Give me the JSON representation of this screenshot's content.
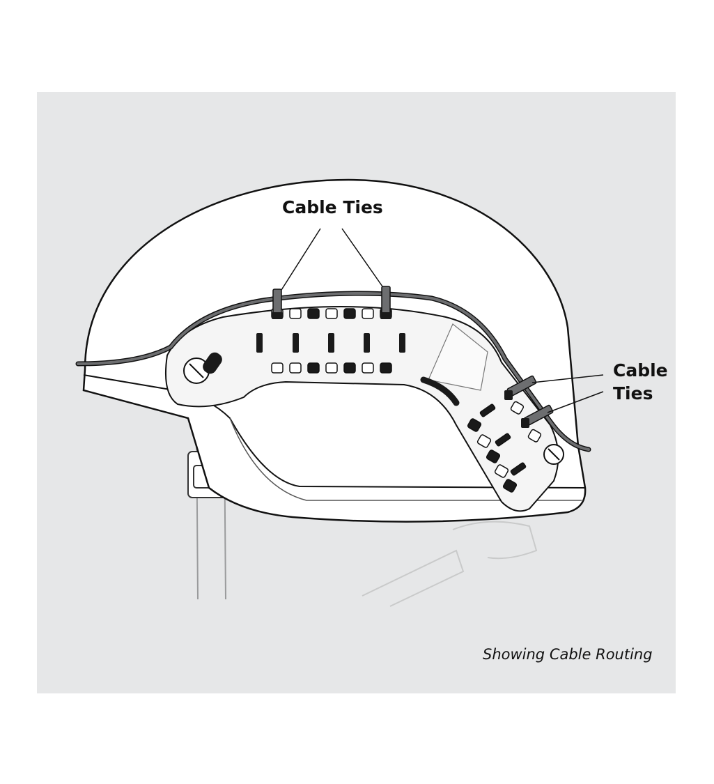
{
  "labels": {
    "top_cable_ties": "Cable Ties",
    "right_cable_ties_line1": "Cable",
    "right_cable_ties_line2": "Ties"
  },
  "caption": "Showing Cable Routing",
  "colors": {
    "background_panel": "#e6e7e8",
    "outline": "#111111",
    "cable": "#6d6e70",
    "slot_fill": "#1a1a1a"
  },
  "icons": {
    "helmet": "helmet-illustration",
    "rail": "accessory-rail",
    "cable": "cable-line",
    "tie": "cable-tie"
  }
}
